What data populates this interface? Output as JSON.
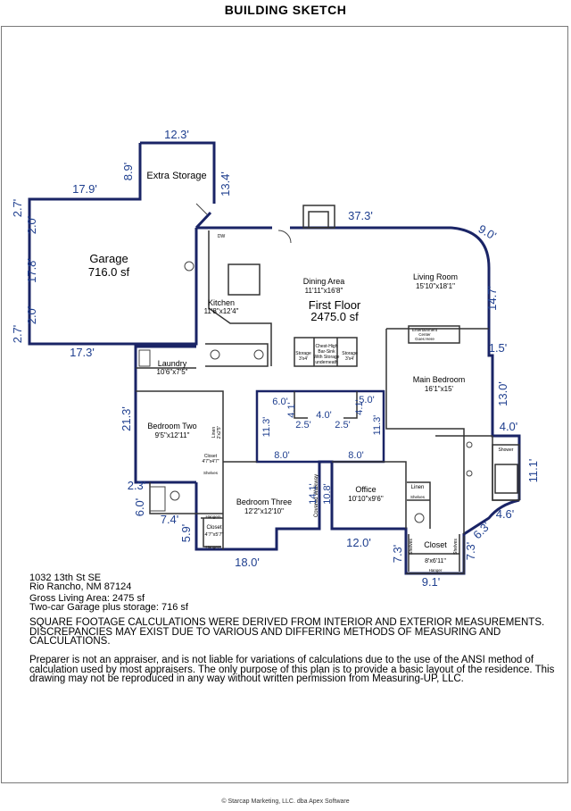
{
  "header": {
    "title": "BUILDING SKETCH"
  },
  "rooms": {
    "extra_storage": "Extra Storage",
    "garage": "Garage",
    "garage_area": "716.0 sf",
    "dining_area": "Dining Area",
    "dining_dims": "11'11\"x16'8\"",
    "living_room": "Living Room",
    "living_dims": "15'10\"x18'1\"",
    "kitchen": "Kitchen",
    "kitchen_dims": "11'8\"x12'4\"",
    "first_floor": "First Floor",
    "first_floor_area": "2475.0 sf",
    "laundry": "Laundry",
    "laundry_dims": "10'6\"x7'5\"",
    "storage_left": "Storage",
    "storage_left_dims": "3'x4'",
    "chest_high_1": "Chest-High",
    "chest_high_2": "Bar-Sink",
    "chest_high_3": "With Storage",
    "chest_high_4": "underneath",
    "storage_right": "Storage",
    "storage_right_dims": "3'x4'",
    "entertainment_1": "Entertainment",
    "entertainment_2": "Center",
    "entertainment_3": "Goes Here",
    "main_bedroom": "Main Bedroom",
    "main_bedroom_dims": "16'1\"x15'",
    "bedroom_two": "Bedroom Two",
    "bedroom_two_dims": "9'5\"x12'11\"",
    "linen_small": "Linen",
    "linen_small_dims": "2'x2'5\"",
    "closet_small": "Closet",
    "closet_small_dims": "4'7\"x4'7\"",
    "shelves": "Shelves",
    "bedroom_three": "Bedroom Three",
    "bedroom_three_dims": "12'2\"x12'10\"",
    "hangers": "Hangers",
    "closet_b3": "Closet",
    "closet_b3_dims": "4'7\"x5'7\"",
    "covered_walkway": "Covered Walkway",
    "office": "Office",
    "office_dims": "10'10\"x9'6\"",
    "linen": "Linen",
    "shower": "Shower",
    "closet_main": "Closet",
    "closet_main_dims": "8'x6'11\"",
    "hanger": "Hanger",
    "dw": "DW"
  },
  "dimensions": {
    "d_12_3": "12.3'",
    "d_8_9": "8.9'",
    "d_13_4": "13.4'",
    "d_17_9": "17.9'",
    "d_2_7a": "2.7'",
    "d_2_0a": "2.0'",
    "d_17_8": "17.8'",
    "d_2_0b": "2.0'",
    "d_2_7b": "2.7'",
    "d_17_3": "17.3'",
    "d_37_3": "37.3'",
    "d_9_0": "9.0'",
    "d_14_7": "14.7'",
    "d_1_5": "1.5'",
    "d_13_0": "13.0'",
    "d_4_0a": "4.0'",
    "d_11_1": "11.1'",
    "d_4_6": "4.6'",
    "d_6_3": "6.3'",
    "d_7_3a": "7.3'",
    "d_7_3b": "7.3'",
    "d_9_1": "9.1'",
    "d_12_0": "12.0'",
    "d_18_0": "18.0'",
    "d_5_9": "5.9'",
    "d_7_4": "7.4'",
    "d_6_0a": "6.0'",
    "d_2_3": "2.3'",
    "d_21_3": "21.3'",
    "d_6_0b": "6.0'",
    "d_4_1a": "4.1'",
    "d_2_5a": "2.5'",
    "d_4_0b": "4.0'",
    "d_2_5b": "2.5'",
    "d_4_1b": "4.1'",
    "d_5_0": "5.0'",
    "d_11_3a": "11.3'",
    "d_11_3b": "11.3'",
    "d_8_0a": "8.0'",
    "d_8_0b": "8.0'",
    "d_14_1": "14.1'",
    "d_10_8": "10.8'"
  },
  "property": {
    "address_line1": "1032 13th St SE",
    "address_line2": "Rio Rancho, NM  87124",
    "gross_living": "Gross Living Area:  2475 sf",
    "garage_line": "Two-car Garage plus storage:  716 sf"
  },
  "notes": {
    "caps": "SQUARE FOOTAGE CALCULATIONS WERE DERIVED FROM INTERIOR AND EXTERIOR MEASUREMENTS.  DISCREPANCIES MAY EXIST DUE TO VARIOUS AND DIFFERING METHODS OF MEASURING AND CALCULATIONS.",
    "disclaimer": "Preparer is not an appraiser, and is not liable for variations of calculations due to the use of the ANSI method of calculation used by most appraisers.  The only purpose of this plan is to provide a basic layout of the residence.  This drawing may not be reproduced in any way without written permission from Measuring-UP, LLC."
  },
  "footer": {
    "text": "© Starcap Marketing, LLC. dba Apex Software"
  },
  "colors": {
    "wall": "#1a2466",
    "dimension": "#1f3f8f",
    "inner": "#333333"
  }
}
